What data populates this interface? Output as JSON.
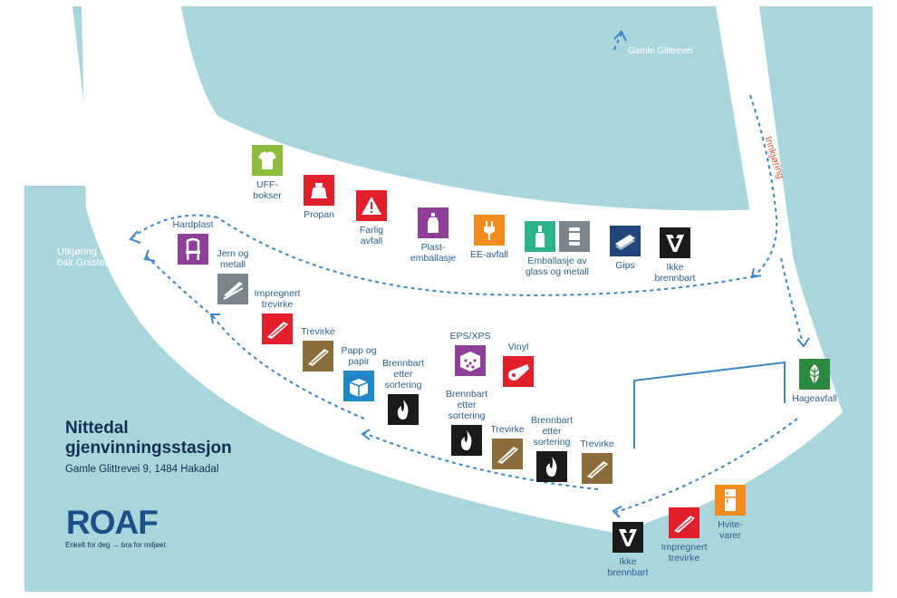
{
  "map": {
    "colors": {
      "water": "#a9d6db",
      "land": "#ffffff",
      "path": "#3a86c6",
      "entry_text": "#e05a3a",
      "title": "#132f55",
      "label": "#2a5f93"
    }
  },
  "title": "Nittedal\ngjenvinningsstasjon",
  "address": "Gamle Glittrevei 9, 1484 Hakadal",
  "logo": {
    "text": "ROAF",
    "tagline": "Enkelt for deg → bra for miljøet"
  },
  "roads": {
    "gamle_glittrevei": "Gamle Glittrevei",
    "utkjoring": "Utkjøring\nbak Gnisten",
    "innkjoring": "Innkjøring"
  },
  "stations": [
    {
      "id": "uff",
      "label": "UFF-\nbokser",
      "icon": "tshirt-icon",
      "color": "#8dbb3c"
    },
    {
      "id": "propan",
      "label": "Propan",
      "icon": "gas-tank-icon",
      "color": "#e1202b"
    },
    {
      "id": "farlig",
      "label": "Farlig\navfall",
      "icon": "warning-icon",
      "color": "#e1202b"
    },
    {
      "id": "plast",
      "label": "Plast-\nemballasje",
      "icon": "bottle-icon",
      "color": "#8e3f97"
    },
    {
      "id": "ee",
      "label": "EE-avfall",
      "icon": "plug-icon",
      "color": "#f28c1c"
    },
    {
      "id": "glass",
      "label": "Emballasje av\nglass og metall",
      "icon": "glass-bottle-icon",
      "color": "#2db28c"
    },
    {
      "id": "metall-can",
      "label": "",
      "icon": "can-icon",
      "color": "#7b858b"
    },
    {
      "id": "gips",
      "label": "Gips",
      "icon": "gypsum-board-icon",
      "color": "#23477d"
    },
    {
      "id": "ikke-brennbart-top",
      "label": "Ikke\nbrennbart",
      "icon": "non-burnable-icon",
      "color": "#1a1a1a"
    },
    {
      "id": "hardplast",
      "label": "Hardplast",
      "icon": "chair-icon",
      "color": "#8e3f97"
    },
    {
      "id": "jern",
      "label": "Jern og\nmetall",
      "icon": "metal-beam-icon",
      "color": "#7b858b"
    },
    {
      "id": "impregnert-left",
      "label": "Impregnert\ntrevirke",
      "icon": "impregnated-wood-icon",
      "color": "#e1202b"
    },
    {
      "id": "trevirke-1",
      "label": "Trevirke",
      "icon": "wood-icon",
      "color": "#8a6d3b"
    },
    {
      "id": "papp",
      "label": "Papp og\npapir",
      "icon": "box-icon",
      "color": "#1f86c8"
    },
    {
      "id": "brennbart-1",
      "label": "Brennbart\netter\nsortering",
      "icon": "flame-icon",
      "color": "#1a1a1a"
    },
    {
      "id": "eps",
      "label": "EPS/XPS",
      "icon": "eps-icon",
      "color": "#8e3f97"
    },
    {
      "id": "vinyl",
      "label": "Vinyl",
      "icon": "vinyl-roll-icon",
      "color": "#e1202b"
    },
    {
      "id": "brennbart-2",
      "label": "Brennbart\netter\nsortering",
      "icon": "flame-icon",
      "color": "#1a1a1a"
    },
    {
      "id": "trevirke-2",
      "label": "Trevirke",
      "icon": "wood-icon",
      "color": "#8a6d3b"
    },
    {
      "id": "brennbart-3",
      "label": "Brennbart\netter\nsortering",
      "icon": "flame-icon",
      "color": "#1a1a1a"
    },
    {
      "id": "trevirke-3",
      "label": "Trevirke",
      "icon": "wood-icon",
      "color": "#8a6d3b"
    },
    {
      "id": "hageavfall",
      "label": "Hageavfall",
      "icon": "leaf-icon",
      "color": "#2b8a3e"
    },
    {
      "id": "hvitevarer",
      "label": "Hvite-\nvarer",
      "icon": "fridge-icon",
      "color": "#f28c1c"
    },
    {
      "id": "impregnert-bottom",
      "label": "Impregnert\ntrevirke",
      "icon": "impregnated-wood-icon",
      "color": "#e1202b"
    },
    {
      "id": "ikke-brennbart-bottom",
      "label": "Ikke\nbrennbart",
      "icon": "non-burnable-icon",
      "color": "#1a1a1a"
    }
  ]
}
